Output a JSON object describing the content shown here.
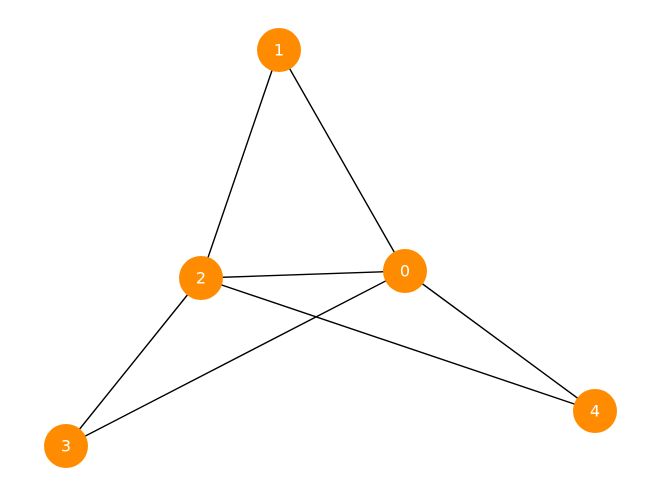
{
  "graph": {
    "node_color": "#ff8c00",
    "label_color": "#ffffff",
    "edge_color": "#000000",
    "nodes": [
      {
        "id": "0",
        "label": "0"
      },
      {
        "id": "1",
        "label": "1"
      },
      {
        "id": "2",
        "label": "2"
      },
      {
        "id": "3",
        "label": "3"
      },
      {
        "id": "4",
        "label": "4"
      }
    ],
    "edges": [
      [
        "0",
        "1"
      ],
      [
        "0",
        "2"
      ],
      [
        "0",
        "3"
      ],
      [
        "0",
        "4"
      ],
      [
        "1",
        "2"
      ],
      [
        "2",
        "3"
      ],
      [
        "2",
        "4"
      ]
    ]
  }
}
